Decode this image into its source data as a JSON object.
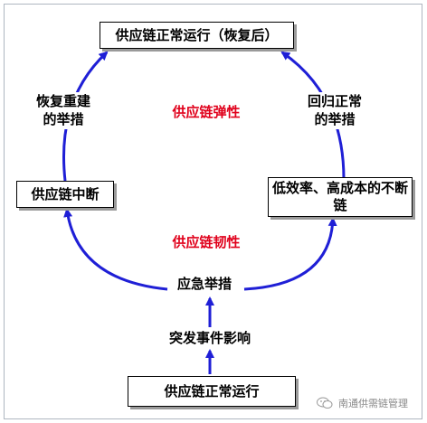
{
  "nodes": {
    "top_box": "供应链正常运行（恢复后）",
    "left_box": "供应链中断",
    "right_box": "低效率、高成本的不断链",
    "bottom_box": "供应链正常运行",
    "recovery_label": "恢复重建\n的举措",
    "return_label": "回归正常\n的举措",
    "emergency_label": "应急举措",
    "event_label": "突发事件影响"
  },
  "concepts": {
    "elasticity": "供应链弹性",
    "resilience": "供应链韧性"
  },
  "colors": {
    "arrow": "#1f1fd6",
    "concept_text": "#e0001b"
  },
  "watermark": {
    "text": "南通供需链管理",
    "icon": "wechat-icon"
  }
}
